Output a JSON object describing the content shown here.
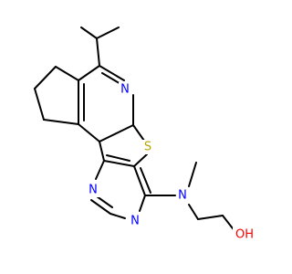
{
  "molecule": {
    "atom_labels": {
      "n_pyridine": "N",
      "s_thiophene": "S",
      "n_pyrimidine_top": "N",
      "n_pyrimidine_bottom": "N",
      "n_amine": "N",
      "o_hydroxyl": "OH"
    },
    "colors": {
      "bond": "#000000",
      "nitrogen": "#0000ff",
      "sulfur": "#b8a400",
      "oxygen": "#ff0000"
    }
  }
}
